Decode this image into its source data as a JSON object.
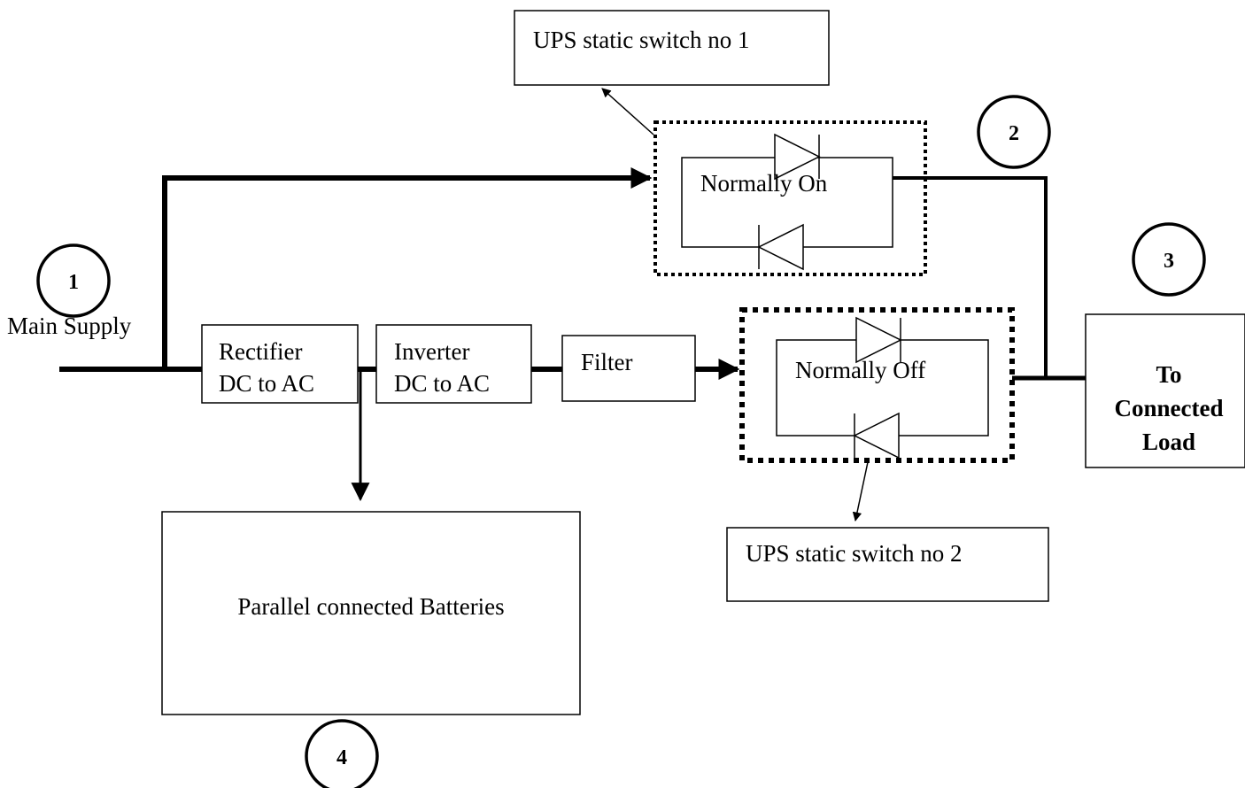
{
  "markers": {
    "m1": "1",
    "m2": "2",
    "m3": "3",
    "m4": "4"
  },
  "labels": {
    "main_supply": "Main Supply",
    "rectifier_line1": "Rectifier",
    "rectifier_line2": "DC to AC",
    "inverter_line1": "Inverter",
    "inverter_line2": "DC to AC",
    "filter": "Filter",
    "switch1_state": "Normally On",
    "switch2_state": "Normally Off",
    "switch1_name": "UPS static switch no 1",
    "switch2_name": "UPS static switch no 2",
    "batteries": "Parallel connected Batteries",
    "load_line1": "To",
    "load_line2": "Connected",
    "load_line3": "Load"
  },
  "colors": {
    "stroke": "#000000",
    "background": "#ffffff"
  }
}
